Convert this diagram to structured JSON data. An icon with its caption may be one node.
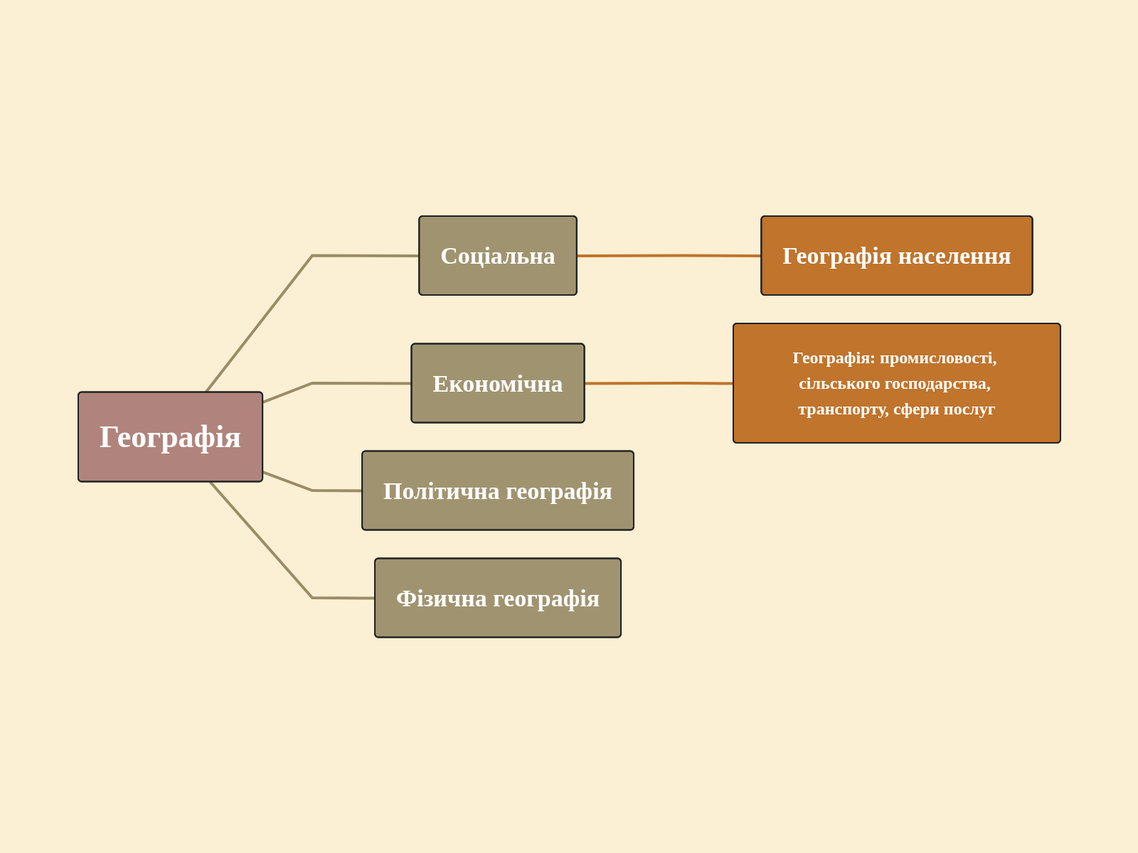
{
  "diagram": {
    "nodes": [
      {
        "text": [
          "Географія"
        ]
      },
      {
        "text": [
          "Соціальна"
        ]
      },
      {
        "text": [
          "Економічна"
        ]
      },
      {
        "text": [
          "Політична географія"
        ]
      },
      {
        "text": [
          "Фізична географія"
        ]
      },
      {
        "text": [
          "Географія населення"
        ]
      },
      {
        "text": [
          "Географія: промисловості, сільського господарства, транспорту, сфери послуг"
        ]
      }
    ],
    "edges": [
      {
        "from": 0,
        "to": 1,
        "arrow": "none"
      },
      {
        "from": 0,
        "to": 2,
        "arrow": "none"
      },
      {
        "from": 0,
        "to": 3,
        "arrow": "none"
      },
      {
        "from": 0,
        "to": 4,
        "arrow": "none"
      },
      {
        "from": 1,
        "to": 5,
        "arrow": "none",
        "color": "#c0742c"
      },
      {
        "from": 2,
        "to": 6,
        "arrow": "none",
        "color": "#c0742c"
      }
    ]
  }
}
